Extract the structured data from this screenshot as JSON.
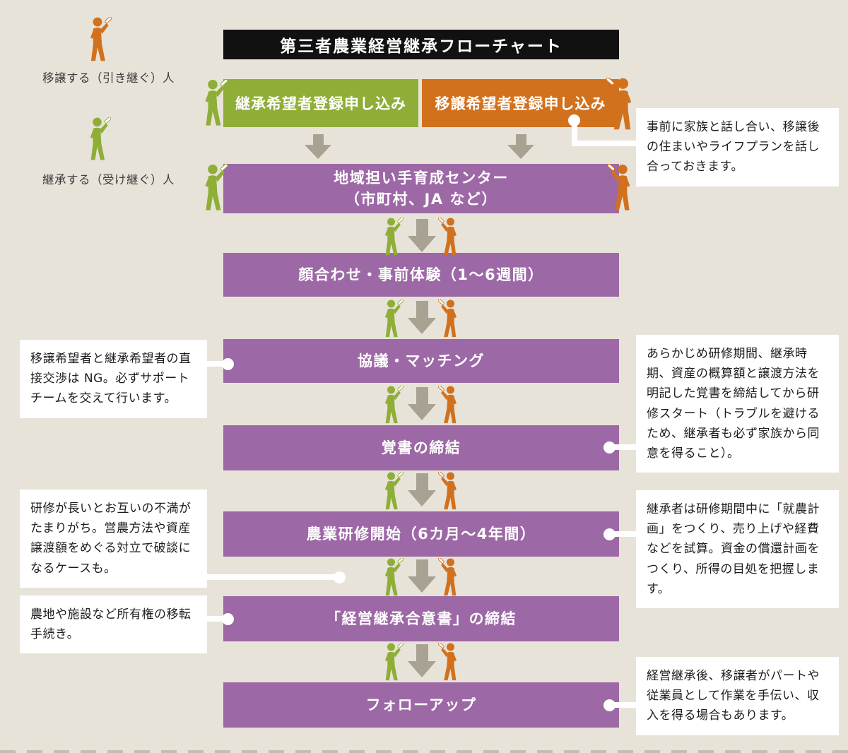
{
  "title": "第三者農業経営継承フローチャート",
  "legend": {
    "transferor": "移譲する（引き継ぐ）人",
    "successor": "継承する（受け継ぐ）人"
  },
  "entry_boxes": {
    "successor": "継承希望者登録申し込み",
    "transferor": "移譲希望者登録申し込み"
  },
  "steps": [
    {
      "line1": "地域担い手育成センター",
      "line2": "（市町村、JA など）"
    },
    {
      "line1": "顔合わせ・事前体験（1〜6週間）"
    },
    {
      "line1": "協議・マッチング"
    },
    {
      "line1": "覚書の締結"
    },
    {
      "line1": "農業研修開始（6カ月〜4年間）"
    },
    {
      "line1": "「経営継承合意書」の締結"
    },
    {
      "line1": "フォローアップ"
    }
  ],
  "notes_left": [
    {
      "text": "移譲希望者と継承希望者の直接交渉は NG。必ずサポートチームを交えて行います。"
    },
    {
      "text": "研修が長いとお互いの不満がたまりがち。営農方法や資産譲渡額をめぐる対立で破談になるケースも。"
    },
    {
      "text": "農地や施設など所有権の移転手続き。"
    }
  ],
  "notes_right": [
    {
      "text": "事前に家族と話し合い、移譲後の住まいやライフプランを話し合っておきます。"
    },
    {
      "text": "あらかじめ研修期間、継承時期、資産の概算額と譲渡方法を明記した覚書を締結してから研修スタート（トラブルを避けるため、継承者も必ず家族から同意を得ること）。"
    },
    {
      "text": "継承者は研修期間中に「就農計画」をつくり、売り上げや経費などを試算。資金の償還計画をつくり、所得の目処を把握します。"
    },
    {
      "text": "経営継承後、移譲者がパートや従業員として作業を手伝い、収入を得る場合もあります。"
    }
  ],
  "icons": {
    "successor_person": "green-person-with-pen-icon",
    "transferor_person": "orange-person-with-pen-icon",
    "down_arrow": "gray-down-arrow-icon"
  },
  "colors": {
    "background": "#e8e3d9",
    "successor_green": "#8fae37",
    "transferor_orange": "#d2711d",
    "step_purple": "#9d68a6",
    "title_bg": "#111111",
    "arrow_gray": "#a9a192",
    "note_bg": "#ffffff",
    "text_dark": "#1c1c1c"
  }
}
